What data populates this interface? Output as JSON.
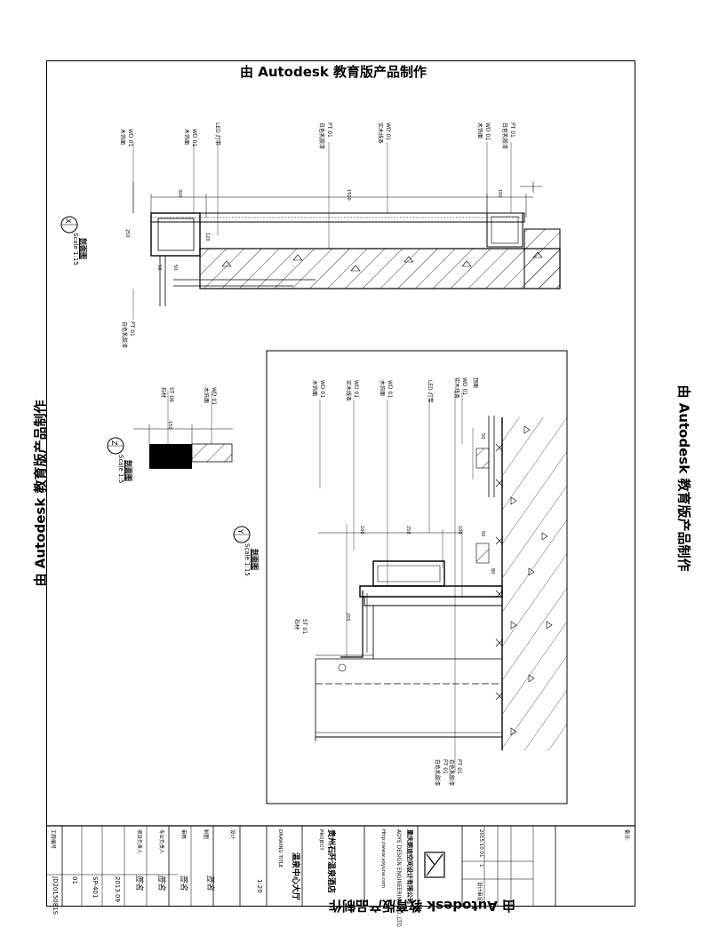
{
  "watermark": "由 Autodesk 教育版产品制作",
  "section_title": "剖面图",
  "detail_x": {
    "marker": "X",
    "scale": "Scale 1:15",
    "dims": [
      "300",
      "1500",
      "100",
      "250",
      "50",
      "50",
      "120"
    ],
    "tags": [
      {
        "code": "WD 01",
        "name": "木饰面"
      },
      {
        "code": "WD 01",
        "name": "木饰面"
      },
      {
        "code": "",
        "name": "LED 灯带"
      },
      {
        "code": "PT 01",
        "name": "白色乳胶漆"
      },
      {
        "code": "WD 01",
        "name": "实木线条"
      },
      {
        "code": "WD 01",
        "name": "木饰面"
      },
      {
        "code": "PT 01",
        "name": "白色乳胶漆"
      },
      {
        "code": "PT 01",
        "name": "白色乳胶漆"
      }
    ]
  },
  "detail_z": {
    "marker": "Z",
    "scale": "Scale 1:5",
    "dims": [
      "150"
    ],
    "tags": [
      {
        "code": "ST 06",
        "name": "石材"
      },
      {
        "code": "WD 01",
        "name": "木饰面"
      }
    ]
  },
  "detail_y": {
    "marker": "Y",
    "scale": "Scale 1:15",
    "dims": [
      "250",
      "100",
      "50",
      "50",
      "80",
      "255",
      "100"
    ],
    "tags": [
      {
        "code": "WD 01",
        "name": "木饰面"
      },
      {
        "code": "WD 01",
        "name": "实木线条"
      },
      {
        "code": "WD 01",
        "name": "木饰面"
      },
      {
        "code": "",
        "name": "LED 灯带"
      },
      {
        "code": "WD 01",
        "name": "实木线条"
      },
      {
        "code": "",
        "name": "顶面"
      },
      {
        "code": "ST 01",
        "name": "石材"
      },
      {
        "code": "PT 01",
        "name": "白色乳胶漆"
      },
      {
        "code": "PT 01",
        "name": "白色乳胶漆"
      }
    ]
  },
  "title_block": {
    "company_cn": "重庆朗迪空间设计有限公司",
    "company_en": "AOYE DESIGN ENGINEERING CO.,LTD",
    "website": "Http://www.voyuna.com",
    "project_name_label": "PROJECT",
    "project_name": "贵州石阡温泉酒店",
    "drawing_title_label": "DRAWING TITLE",
    "drawing_title": "温泉中心大厅",
    "scale": "1:20",
    "date": "2013.09",
    "sheet_no": "SP-401",
    "rev": "01",
    "job_no": "JD2015081S",
    "revision_row": [
      "2015.10.01",
      "1",
      "设计审定"
    ],
    "roles": [
      "设计",
      "制图",
      "审核",
      "专业负责人",
      "项目负责人"
    ],
    "signatures": [
      "签名",
      "签名",
      "签名",
      "签名"
    ],
    "notes_title": "备注:"
  }
}
